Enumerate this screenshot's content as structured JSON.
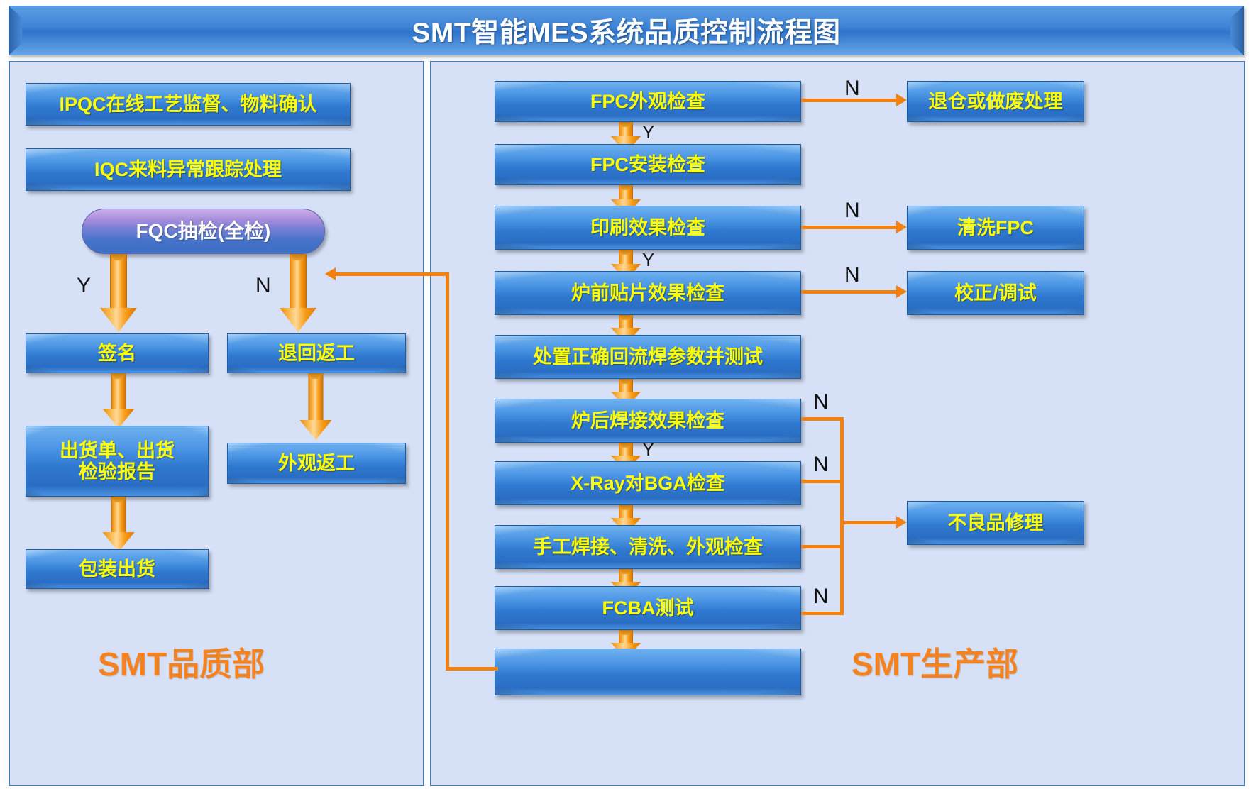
{
  "title": "SMT智能MES系统品质控制流程图",
  "colors": {
    "box_fill": "#2f78cf",
    "box_text": "#ffff00",
    "terminator_fill": "#6f7fd4",
    "connector": "#f28110",
    "panel_bg": "#d6e1f7",
    "panel_border": "#4b7aa8",
    "dept_label": "#f58220",
    "banner": "#3f85d6"
  },
  "left_panel": {
    "dept_label": "SMT品质部",
    "nodes": {
      "ipqc": "IPQC在线工艺监督、物料确认",
      "iqc": "IQC来料异常跟踪处理",
      "fqc": "FQC抽检(全检)",
      "sign": "签名",
      "return_rework": "退回返工",
      "shipping_docs": "出货单、出货\n检验报告",
      "shipping_docs_line1": "出货单、出货",
      "shipping_docs_line2": "检验报告",
      "appearance_rework": "外观返工",
      "pack_ship": "包装出货"
    },
    "branches": {
      "fqc_yes": "Y",
      "fqc_no": "N"
    }
  },
  "right_panel": {
    "dept_label": "SMT生产部",
    "main_nodes": [
      "FPC外观检查",
      "FPC安装检查",
      "印刷效果检查",
      "炉前贴片效果检查",
      "处置正确回流焊参数并测试",
      "炉后焊接效果检查",
      "X-Ray对BGA检查",
      "手工焊接、清洗、外观检查",
      "FCBA测试",
      ""
    ],
    "side_nodes": [
      "退仓或做废处理",
      "清洗FPC",
      "校正/调试",
      "不良品修理"
    ],
    "branches": {
      "fpc_appearance_no": "N",
      "fpc_appearance_yes": "Y",
      "print_no": "N",
      "print_yes": "Y",
      "pre_reflow_no": "N",
      "post_reflow_no": "N",
      "post_reflow_yes": "Y",
      "xray_no": "N",
      "manual_no": "N",
      "fcba_no": "N"
    }
  }
}
